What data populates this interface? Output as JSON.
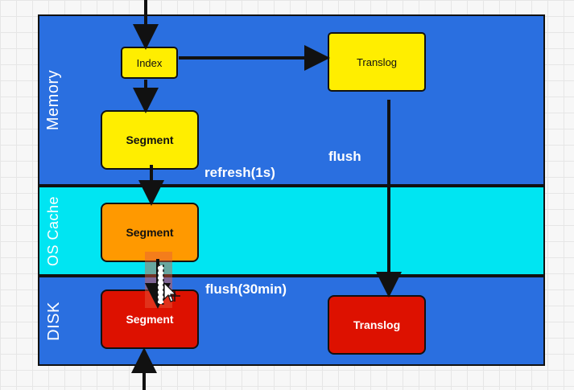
{
  "layers": {
    "memory": "Memory",
    "os_cache": "OS Cache",
    "disk": "DISK"
  },
  "nodes": {
    "index": "Index",
    "memory_segment": "Segment",
    "memory_translog": "Translog",
    "cache_segment": "Segment",
    "disk_segment": "Segment",
    "disk_translog": "Translog"
  },
  "edge_labels": {
    "refresh": "refresh(1s)",
    "flush": "flush",
    "flush_30min": "flush(30min)"
  },
  "colors": {
    "memory_layer": "#2a6fe0",
    "os_cache_layer": "#00e5f2",
    "disk_layer": "#2a6fe0",
    "memory_node": "#ffee00",
    "cache_node": "#ff9900",
    "disk_node": "#dd1100"
  }
}
